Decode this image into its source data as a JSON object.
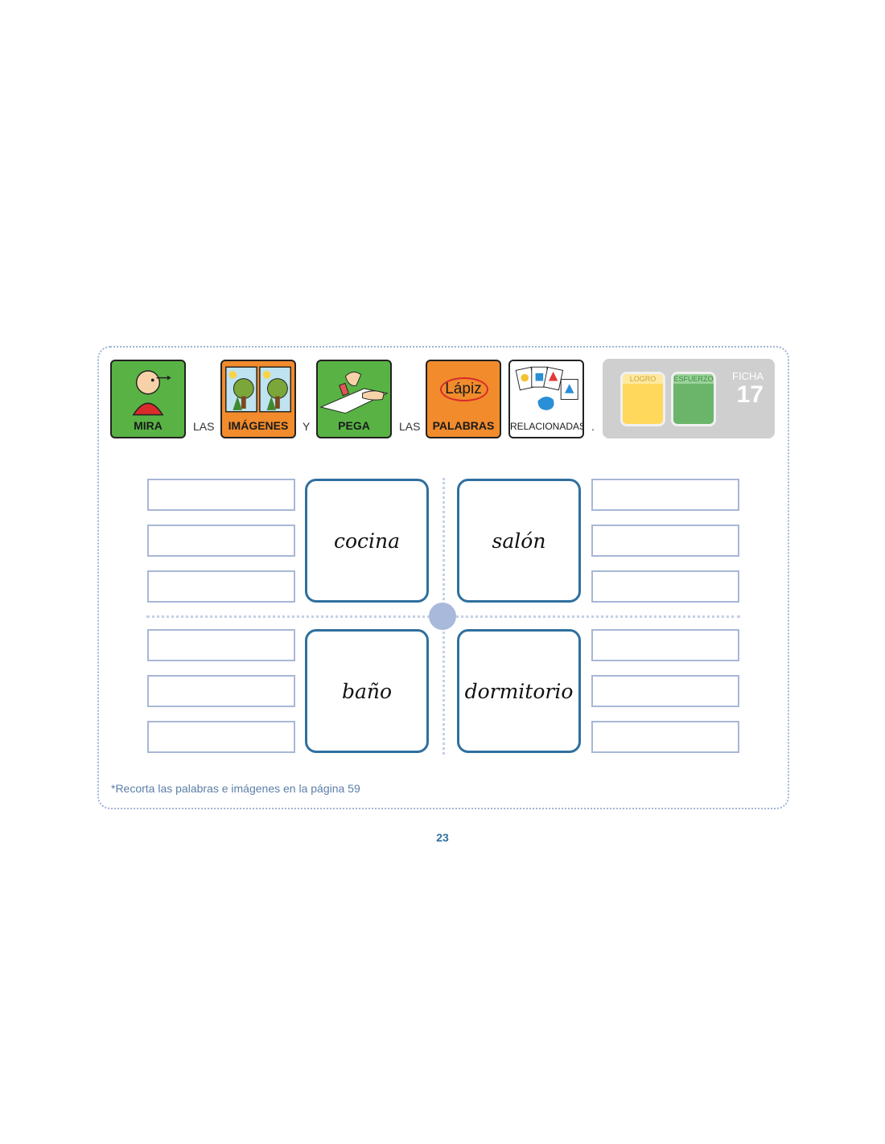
{
  "instruction": {
    "picto_mira": "MIRA",
    "word_las_1": "LAS",
    "picto_imagenes": "IMÁGENES",
    "word_y": "Y",
    "picto_pega": "PEGA",
    "word_las_2": "LAS",
    "picto_palabras": "PALABRAS",
    "picto_palabras_word": "Lápiz",
    "picto_relacionadas": "RELACIONADAS",
    "period": "."
  },
  "panel": {
    "logro": "LOGRO",
    "esfuerzo": "ESFUERZO",
    "ficha_label": "FICHA",
    "ficha_number": "17"
  },
  "words": [
    "cocina",
    "salón",
    "baño",
    "dormitorio"
  ],
  "footnote": "*Recorta las palabras e imágenes en la página 59",
  "page_number": "23",
  "colors": {
    "picto_green": "#58b344",
    "picto_orange": "#f18b2c",
    "card_border": "#2f6f9f",
    "slot_border": "#a8b7d6",
    "dotted": "#9fb4d6"
  },
  "icons": [
    "person-looking-icon",
    "trees-images-icon",
    "hand-gluing-icon",
    "word-card-icon",
    "related-cards-icon"
  ]
}
